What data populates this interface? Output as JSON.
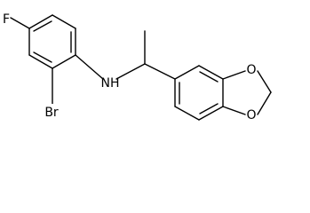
{
  "molecule": {
    "atoms": {
      "fluorine": "F",
      "bromine": "Br",
      "amine": "NH",
      "ring_oxygen_1": "O",
      "ring_oxygen_2": "O"
    }
  },
  "colors": {
    "bond": "#000000",
    "text": "#000000",
    "background": "#ffffff"
  }
}
